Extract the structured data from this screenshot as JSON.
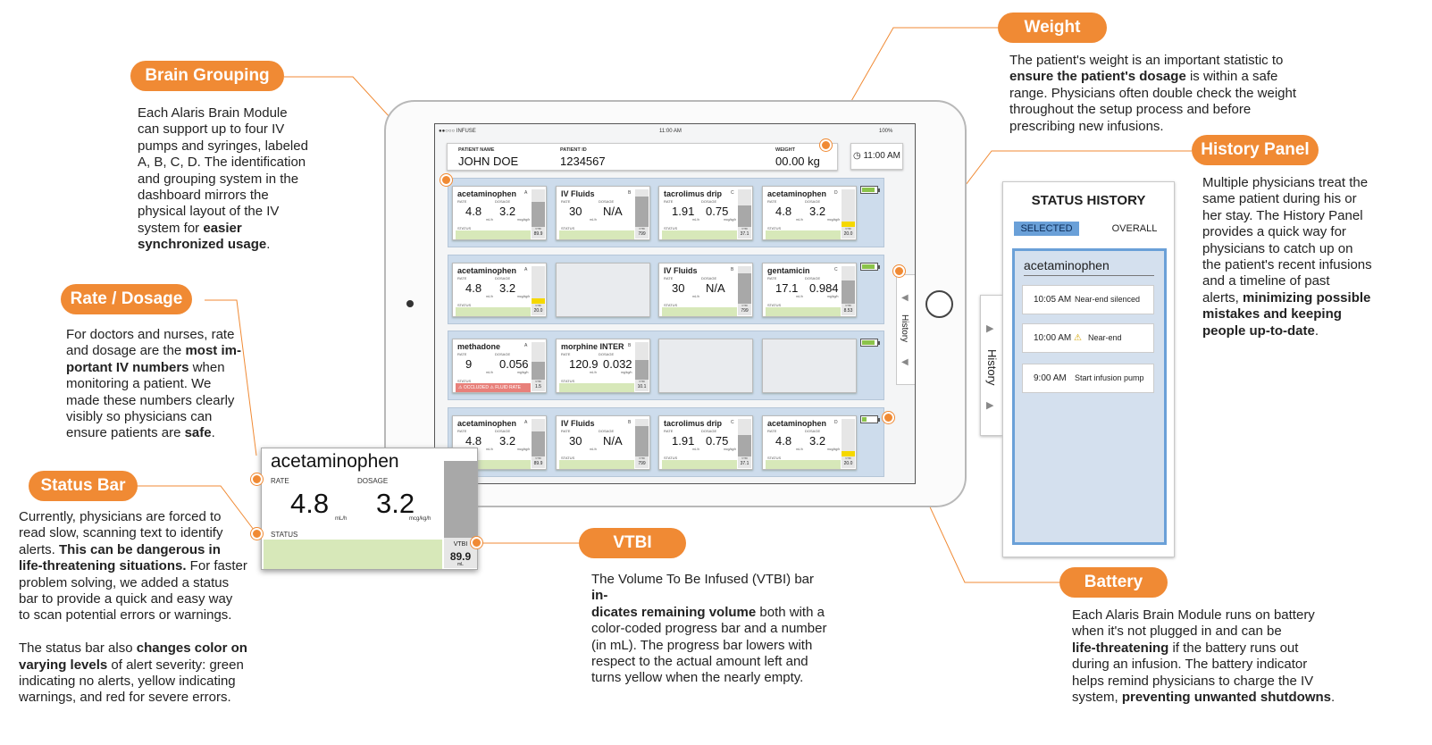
{
  "callouts": {
    "weight": {
      "label": "Weight",
      "text": [
        "The patient's weight is an important statistic to",
        "ensure the patient's dosage",
        " is within a safe",
        "range. Physicians often double check the weight",
        "throughout the setup process and before",
        "prescribing new infusions."
      ]
    },
    "brain_grouping": {
      "label": "Brain Grouping",
      "text": [
        "Each Alaris Brain Module",
        "can support up to four IV",
        "pumps and syringes, labeled",
        "A, B, C, D. The identification",
        "and grouping system in the",
        "dashboard mirrors the",
        "physical layout of the IV",
        "system for ",
        "easier",
        "synchronized usage",
        "."
      ]
    },
    "history_panel": {
      "label": "History Panel",
      "text": [
        "Multiple physicians treat the",
        "same patient during his or",
        "her stay. The History Panel",
        "provides a quick way for",
        "physicians to catch up on",
        "the patient's recent infusions",
        "and a timeline of past",
        "alerts, ",
        "minimizing possible",
        "mistakes and keeping",
        "people up-to-date",
        "."
      ]
    },
    "rate_dosage": {
      "label": "Rate / Dosage",
      "text": [
        "For doctors and nurses, rate",
        "and dosage are the ",
        "most im-",
        "portant IV numbers",
        " when",
        "monitoring a patient. We",
        "made these numbers clearly",
        "visibly so physicians can",
        "ensure patients are ",
        "safe",
        "."
      ]
    },
    "status_bar": {
      "label": "Status Bar",
      "text": [
        "Currently, physicians are forced to",
        "read slow, scanning text to identify",
        "alerts. ",
        "This can be dangerous in",
        "life-threatening situations.",
        " For faster",
        "problem solving, we added a status",
        "bar to provide a quick and easy way",
        "to scan potential errors or warnings.",
        "The status bar also ",
        "changes color on",
        "varying levels",
        " of alert severity: green",
        "indicating no alerts, yellow indicating",
        "warnings, and red for severe errors."
      ]
    },
    "vtbi": {
      "label": "VTBI",
      "text": [
        "The Volume To Be Infused (VTBI) bar ",
        "in-",
        "dicates remaining volume",
        " both with a",
        "color-coded progress bar and a number",
        "(in mL). The progress bar lowers with",
        "respect to the actual amount left and",
        "turns yellow when the nearly empty."
      ]
    },
    "battery": {
      "label": "Battery",
      "text": [
        "Each Alaris Brain Module runs on battery",
        "when it's not plugged in and can be",
        "life-threatening",
        " if the battery runs out",
        "during an infusion. The battery indicator",
        "helps remind physicians to charge the IV",
        "system, ",
        "preventing unwanted shutdowns",
        "."
      ]
    }
  },
  "tablet": {
    "status_left": "●●○○○ INFUSE",
    "status_time": "11:00 AM",
    "status_battery": "100%",
    "patient_name_label": "PATIENT NAME",
    "patient_name": "JOHN DOE",
    "patient_id_label": "PATIENT ID",
    "patient_id": "1234567",
    "weight_label": "WEIGHT",
    "weight": "00.00 kg",
    "clock": "◷ 11:00 AM",
    "history_tab": "History",
    "groups": [
      {
        "battery_level": 0.9,
        "modules": [
          {
            "name": "acetaminophen",
            "letter": "A",
            "rate": "4.8",
            "dosage": "3.2",
            "rate_unit": "mL/h",
            "dosage_unit": "mcg/kg/h",
            "vtbi": "89.9",
            "vtbi_level": 0.7,
            "low": false,
            "status": "green"
          },
          {
            "name": "IV Fluids",
            "letter": "B",
            "rate": "30",
            "dosage": "N/A",
            "rate_unit": "mL/h",
            "dosage_unit": "",
            "vtbi": "799",
            "vtbi_level": 0.85,
            "low": false,
            "status": "green"
          },
          {
            "name": "tacrolimus drip",
            "letter": "C",
            "rate": "1.91",
            "dosage": "0.75",
            "rate_unit": "mL/h",
            "dosage_unit": "mcg/kg/h",
            "vtbi": "37.1",
            "vtbi_level": 0.6,
            "low": false,
            "status": "green"
          },
          {
            "name": "acetaminophen",
            "letter": "D",
            "rate": "4.8",
            "dosage": "3.2",
            "rate_unit": "mL/h",
            "dosage_unit": "mcg/kg/h",
            "vtbi": "20.0",
            "vtbi_level": 0.15,
            "low": true,
            "status": "green"
          }
        ]
      },
      {
        "battery_level": 0.9,
        "modules": [
          {
            "name": "acetaminophen",
            "letter": "A",
            "rate": "4.8",
            "dosage": "3.2",
            "rate_unit": "mL/h",
            "dosage_unit": "mcg/kg/h",
            "vtbi": "20.0",
            "vtbi_level": 0.15,
            "low": true,
            "status": "green"
          },
          {
            "empty": true
          },
          {
            "name": "IV Fluids",
            "letter": "B",
            "rate": "30",
            "dosage": "N/A",
            "rate_unit": "mL/h",
            "dosage_unit": "",
            "vtbi": "799",
            "vtbi_level": 0.85,
            "low": false,
            "status": "green"
          },
          {
            "name": "gentamicin",
            "letter": "C",
            "rate": "17.1",
            "dosage": "0.984",
            "rate_unit": "mL/h",
            "dosage_unit": "mg/kg/h",
            "vtbi": "8.53",
            "vtbi_level": 0.65,
            "low": false,
            "status": "green"
          }
        ]
      },
      {
        "battery_level": 0.9,
        "modules": [
          {
            "name": "methadone",
            "letter": "A",
            "rate": "9",
            "dosage": "0.056",
            "rate_unit": "mL/h",
            "dosage_unit": "mg/kg/h",
            "vtbi": "1.5",
            "vtbi_level": 0.5,
            "low": false,
            "status": "red",
            "alert": "⚠ OCCLUDED  ⚠ FLUID RATE"
          },
          {
            "name": "morphine INTER",
            "letter": "B",
            "rate": "120.9",
            "dosage": "0.032",
            "rate_unit": "mL/h",
            "dosage_unit": "mg/kg/h",
            "vtbi": "10.1",
            "vtbi_level": 0.55,
            "low": false,
            "status": "green"
          },
          {
            "empty": true
          },
          {
            "empty": true
          }
        ]
      },
      {
        "battery_level": 0.3,
        "modules": [
          {
            "name": "acetaminophen",
            "letter": "A",
            "rate": "4.8",
            "dosage": "3.2",
            "rate_unit": "mL/h",
            "dosage_unit": "mcg/kg/h",
            "vtbi": "89.9",
            "vtbi_level": 0.7,
            "low": false,
            "status": "green"
          },
          {
            "name": "IV Fluids",
            "letter": "B",
            "rate": "30",
            "dosage": "N/A",
            "rate_unit": "mL/h",
            "dosage_unit": "",
            "vtbi": "799",
            "vtbi_level": 0.85,
            "low": false,
            "status": "green"
          },
          {
            "name": "tacrolimus drip",
            "letter": "C",
            "rate": "1.91",
            "dosage": "0.75",
            "rate_unit": "mL/h",
            "dosage_unit": "mcg/kg/h",
            "vtbi": "37.1",
            "vtbi_level": 0.6,
            "low": false,
            "status": "green"
          },
          {
            "name": "acetaminophen",
            "letter": "D",
            "rate": "4.8",
            "dosage": "3.2",
            "rate_unit": "mL/h",
            "dosage_unit": "mcg/kg/h",
            "vtbi": "20.0",
            "vtbi_level": 0.15,
            "low": true,
            "status": "green"
          }
        ]
      }
    ]
  },
  "zoom_card": {
    "name": "acetaminophen",
    "rate_label": "RATE",
    "rate": "4.8",
    "rate_unit": "mL/h",
    "dosage_label": "DOSAGE",
    "dosage": "3.2",
    "dosage_unit": "mcg/kg/h",
    "status_label": "STATUS",
    "vtbi_label": "VTBI",
    "vtbi": "89.9",
    "vtbi_unit": "mL"
  },
  "history": {
    "title": "STATUS HISTORY",
    "tab_selected": "SELECTED",
    "tab_overall": "OVERALL",
    "drug": "acetaminophen",
    "side_label": "History",
    "events": [
      {
        "time": "10:05 AM",
        "text": "Near-end silenced",
        "warning": false
      },
      {
        "time": "10:00 AM",
        "text": "Near-end",
        "warning": true
      },
      {
        "time": "9:00 AM",
        "text": "Start infusion pump",
        "warning": false
      }
    ]
  },
  "accent_color": "#f08a34"
}
